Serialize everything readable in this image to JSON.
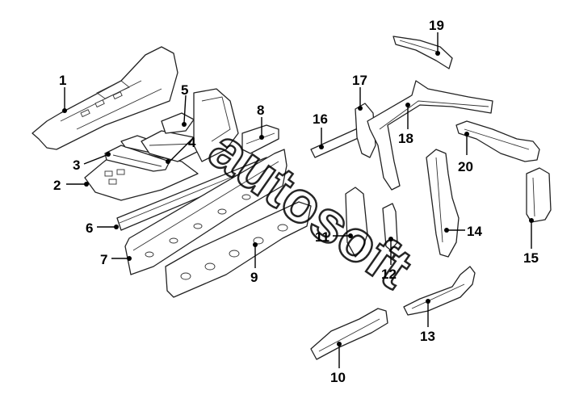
{
  "diagram": {
    "callouts": [
      "1",
      "2",
      "3",
      "4",
      "5",
      "6",
      "7",
      "8",
      "9",
      "10",
      "11",
      "12",
      "13",
      "14",
      "15",
      "16",
      "17",
      "18",
      "19",
      "20"
    ],
    "watermark": "autosoft"
  },
  "colors": {
    "line": "#222222",
    "background": "#ffffff"
  }
}
